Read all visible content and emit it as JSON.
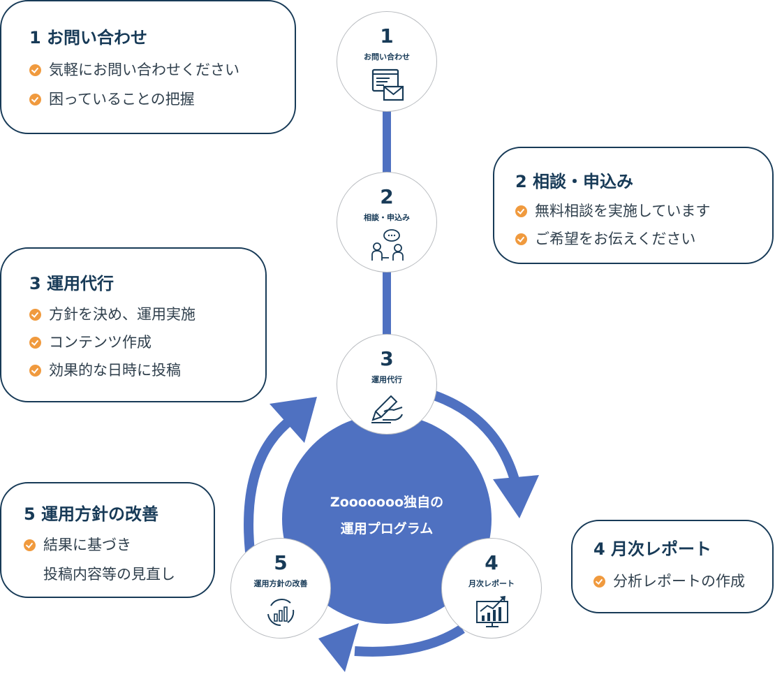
{
  "center": {
    "line1": "Zooooooo独自の",
    "line2": "運用プログラム"
  },
  "steps": [
    {
      "num": "1",
      "name": "お問い合わせ",
      "icon": "inquiry-mail-icon"
    },
    {
      "num": "2",
      "name": "相談・申込み",
      "icon": "consultation-people-icon"
    },
    {
      "num": "3",
      "name": "運用代行",
      "icon": "handshake-pen-icon"
    },
    {
      "num": "4",
      "name": "月次レポート",
      "icon": "growth-chart-monitor-icon"
    },
    {
      "num": "5",
      "name": "運用方針の改善",
      "icon": "improvement-cycle-icon"
    }
  ],
  "cards": [
    {
      "title": "1 お問い合わせ",
      "items": [
        "気軽にお問い合わせください",
        "困っていることの把握"
      ]
    },
    {
      "title": "2 相談・申込み",
      "items": [
        "無料相談を実施しています",
        "ご希望をお伝えください"
      ]
    },
    {
      "title": "3 運用代行",
      "items": [
        "方針を決め、運用実施",
        "コンテンツ作成",
        "効果的な日時に投稿"
      ]
    },
    {
      "title": "4 月次レポート",
      "items": [
        "分析レポートの作成"
      ]
    },
    {
      "title": "5 運用方針の改善",
      "items": [
        "結果に基づき",
        "投稿内容等の見直し"
      ]
    }
  ],
  "colors": {
    "primary": "#4f71c1",
    "navy": "#173a57",
    "accent": "#f09a3e",
    "circle_border": "#b9bcc0"
  }
}
